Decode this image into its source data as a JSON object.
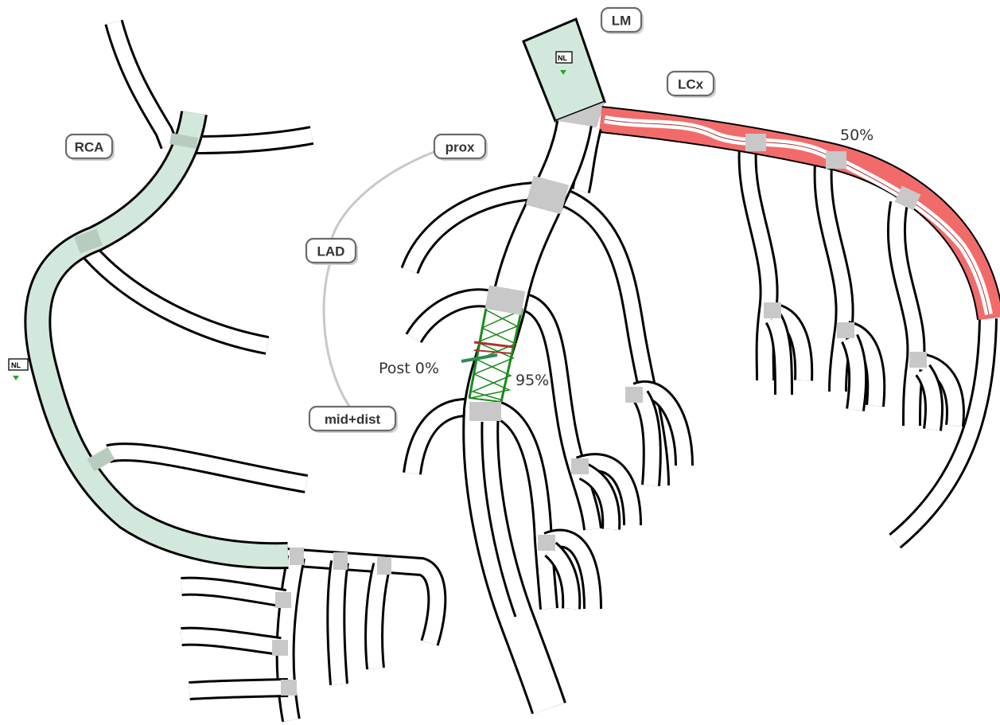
{
  "diagram": {
    "labels": {
      "lm": "LM",
      "lcx": "LCx",
      "rca": "RCA",
      "prox": "prox",
      "lad": "LAD",
      "mid_dist": "mid+dist"
    },
    "annotations": {
      "lcx_stenosis": "50%",
      "lad_stenosis": "95%",
      "lad_post": "Post 0%",
      "nl_marker": "NL"
    },
    "colors": {
      "vessel_outline": "#000000",
      "vessel_fill": "#ffffff",
      "normal_segment": "#d3e8dc",
      "segment_marker": "#c8c8c8",
      "stenosis_fill": "#f26b6b",
      "stent_mesh": "#1a8a1a",
      "callout_line": "#c8c8c8",
      "nl_arrow": "#22aa22"
    }
  }
}
